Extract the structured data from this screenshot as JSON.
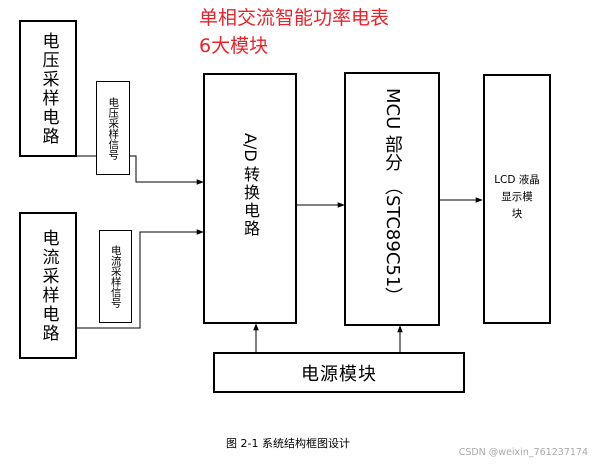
{
  "title": {
    "line1": "单相交流智能功率电表",
    "line2": "6大模块"
  },
  "blocks": {
    "voltage_sampling": "电压采样电路",
    "voltage_signal": "电压采样信号",
    "current_sampling": "电流采样电路",
    "current_signal": "电流采样信号",
    "ad_prefix": "A/D",
    "ad_suffix": "转换电路",
    "mcu_part1": "MCU 部分",
    "mcu_part2": "（STC89C51）",
    "lcd_line1": "LCD 液晶",
    "lcd_line2": "显示模",
    "lcd_line3": "块",
    "power": "电源模块"
  },
  "caption": "图 2-1 系统结构框图设计",
  "watermark": "CSDN @weixin_761237174",
  "colors": {
    "title_red": "#e8232b",
    "line": "#000000",
    "watermark_gray": "#a8a8a8"
  }
}
